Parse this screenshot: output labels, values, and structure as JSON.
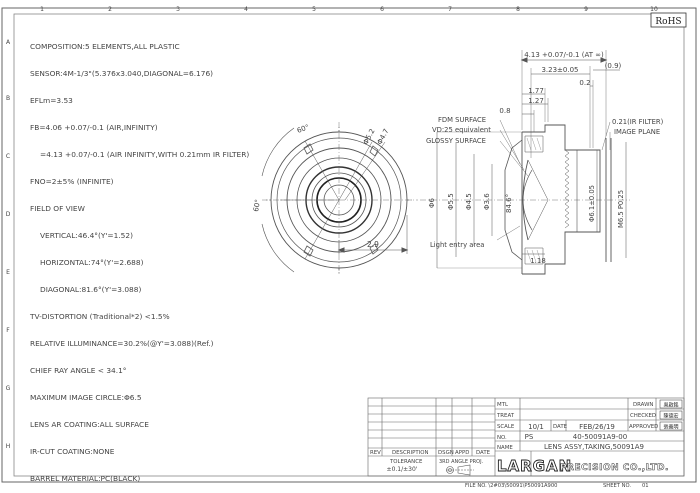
{
  "badge": {
    "rohs": "RoHS"
  },
  "frame": {
    "cols": [
      "1",
      "2",
      "3",
      "4",
      "5",
      "6",
      "7",
      "8",
      "9",
      "10"
    ],
    "rows": [
      "A",
      "B",
      "C",
      "D",
      "E",
      "F",
      "G",
      "H"
    ]
  },
  "specs": {
    "lines": [
      {
        "text": "COMPOSITION:5 ELEMENTS,ALL PLASTIC",
        "indent": false
      },
      {
        "text": "SENSOR:4M-1/3\"(5.376x3.040,DIAGONAL=6.176)",
        "indent": false
      },
      {
        "text": "EFLm=3.53",
        "indent": false
      },
      {
        "text": "FB=4.06 +0.07/-0.1 (AIR,INFINITY)",
        "indent": false
      },
      {
        "text": "=4.13 +0.07/-0.1 (AIR INFINITY,WITH 0.21mm IR FILTER)",
        "indent": true
      },
      {
        "text": "FNO=2±5% (INFINITE)",
        "indent": false
      },
      {
        "text": "FIELD OF VIEW",
        "indent": false
      },
      {
        "text": "VERTICAL:46.4°(Y'=1.52)",
        "indent": true
      },
      {
        "text": "HORIZONTAL:74°(Y'=2.688)",
        "indent": true
      },
      {
        "text": "DIAGONAL:81.6°(Y'=3.088)",
        "indent": true
      },
      {
        "text": "TV-DISTORTION (Traditional*2) <1.5%",
        "indent": false
      },
      {
        "text": "RELATIVE ILLUMINANCE=30.2%(@Y'=3.088)(Ref.)",
        "indent": false
      },
      {
        "text": "CHIEF RAY ANGLE < 34.1°",
        "indent": false
      },
      {
        "text": "MAXIMUM IMAGE CIRCLE:Φ6.5",
        "indent": false
      },
      {
        "text": "LENS AR COATING:ALL SURFACE",
        "indent": false
      },
      {
        "text": "IR-CUT COATING:NONE",
        "indent": false
      },
      {
        "text": "BARREL MATERIAL:PC(BLACK)",
        "indent": false
      }
    ]
  },
  "front_view": {
    "angle_top": "60°",
    "angle_left": "60°",
    "dia_inner": "Φ5.2",
    "dia_outer": "Φ4.7",
    "width": "2.9"
  },
  "section_view": {
    "total_length": "4.13 +0.07/-0.1 (AT ∞)",
    "len_a": "3.23±0.05",
    "len_b": "0.2",
    "len_c": "(0.9)",
    "len_d": "1.77",
    "len_e": "1.27",
    "len_f": "0.8",
    "len_g": "1.18",
    "notes": [
      "FDM SURFACE",
      "VD:25 equivalent",
      "GLOSSY SURFACE"
    ],
    "ir_filter": "0.21(IR FILTER)",
    "image_plane": "IMAGE PLANE",
    "light_entry": "Light entry area",
    "dia_6": "Φ6",
    "dia_55": "Φ5.5",
    "dia_45": "Φ4.5",
    "dia_36": "Φ3.6",
    "fov": "84.6°",
    "dia_61": "Φ6.1±0.05",
    "thread": "M6.5 P0.25"
  },
  "title_block": {
    "labels": {
      "mtl": "MTL",
      "treat": "TREAT",
      "scale": "SCALE",
      "date": "DATE",
      "approved": "APPROVED",
      "no": "NO.",
      "name": "NAME",
      "drawn": "DRAWN",
      "checked": "CHECKED",
      "rev": "REV",
      "description": "DESCRIPTION",
      "dsgn": "DSGN",
      "appd": "APPD",
      "date2": "DATE",
      "tolerance": "TOLERANCE",
      "proj": "3RD ANGLE PROJ."
    },
    "scale_value": "10/1",
    "date_value": "FEB/26/19",
    "ps": "PS",
    "part_no": "40-50091A9-00",
    "name_value": "LENS ASSY,TAKING,50091A9",
    "tolerance_value": "±0.1/±30'",
    "stamps": [
      "吳啟銘",
      "陳德宏",
      "張義明"
    ],
    "company_logo": "LARGAN",
    "company_name": "PRECISION CO.,LTD.",
    "file_no": "FILE NO. \\2#03\\50091\\P50091A900",
    "sheet_no": "SHEET NO.",
    "sheet_value": "01"
  }
}
